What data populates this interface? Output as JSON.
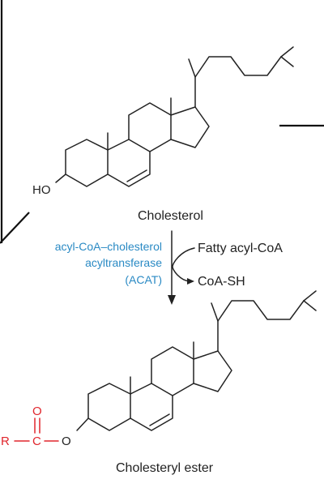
{
  "molecules": {
    "top": {
      "name": "Cholesterol",
      "substituent": "HO"
    },
    "bottom": {
      "name": "Cholesteryl ester",
      "acyl": {
        "r": "R",
        "c": "C",
        "o_double": "O",
        "o_ester": "O"
      }
    }
  },
  "reaction": {
    "enzyme_line1": "acyl-CoA–cholesterol",
    "enzyme_line2": "acyltransferase",
    "enzyme_line3": "(ACAT)",
    "reactant": "Fatty acyl-CoA",
    "product": "CoA-SH"
  },
  "colors": {
    "enzyme_text": "#2a8ac4",
    "acyl_group": "#e0262d",
    "bonds": "#222222"
  }
}
